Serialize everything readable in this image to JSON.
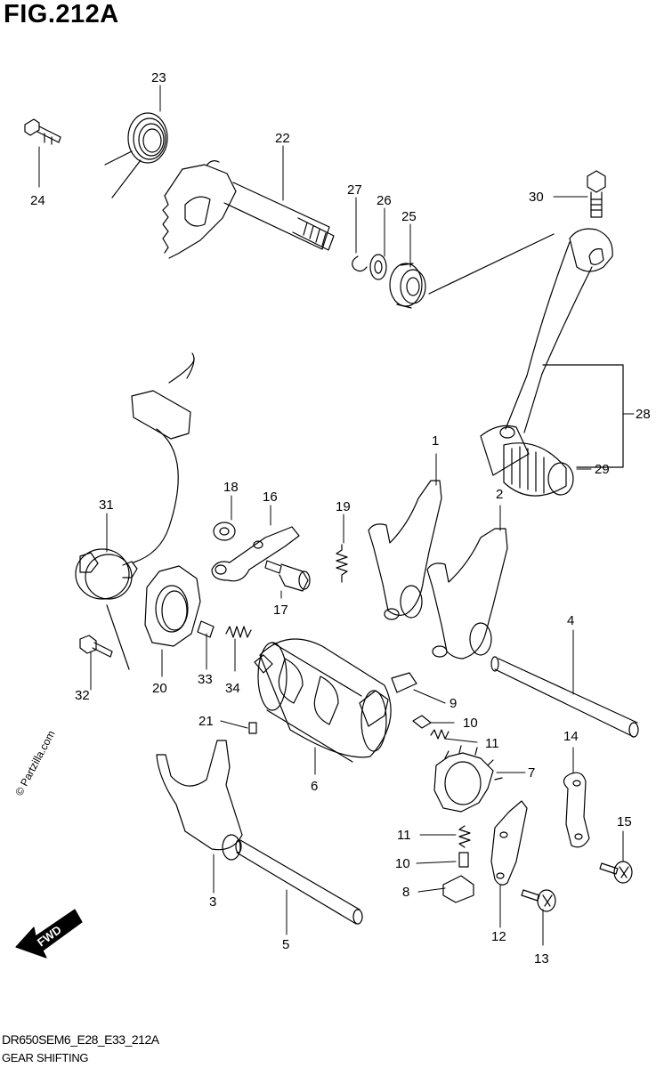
{
  "figure": {
    "title": "FIG.212A",
    "code": "DR650SEM6_E28_E33_212A",
    "name": "GEAR SHIFTING",
    "watermark": "© Partzilla.com",
    "direction_label": "FWD"
  },
  "callouts": {
    "p1": "1",
    "p2": "2",
    "p3": "3",
    "p4": "4",
    "p5": "5",
    "p6": "6",
    "p7": "7",
    "p8": "8",
    "p9": "9",
    "p10a": "10",
    "p10b": "10",
    "p11a": "11",
    "p11b": "11",
    "p12": "12",
    "p13": "13",
    "p14": "14",
    "p15": "15",
    "p16": "16",
    "p17": "17",
    "p18": "18",
    "p19": "19",
    "p20": "20",
    "p21": "21",
    "p22": "22",
    "p23": "23",
    "p24": "24",
    "p25": "25",
    "p26": "26",
    "p27": "27",
    "p28": "28",
    "p29": "29",
    "p30": "30",
    "p31": "31",
    "p32": "32",
    "p33": "33",
    "p34": "34"
  },
  "colors": {
    "line": "#000000",
    "background": "#ffffff"
  }
}
